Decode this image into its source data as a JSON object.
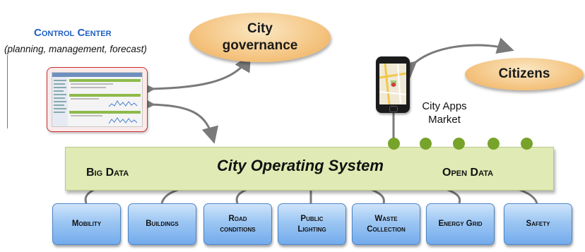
{
  "control_center": {
    "title": "Control Center",
    "subtitle": "(planning, management, forecast)"
  },
  "nodes": {
    "governance": "City governance",
    "citizens": "Citizens",
    "apps_market": "City Apps Market"
  },
  "os": {
    "title": "City Operating System",
    "big_data": "Big Data",
    "open_data": "Open Data"
  },
  "modules": [
    {
      "line1": "Mobility",
      "line2": ""
    },
    {
      "line1": "Buildings",
      "line2": ""
    },
    {
      "line1": "Road",
      "line2": "conditions"
    },
    {
      "line1": "Public",
      "line2": "Lighting"
    },
    {
      "line1": "Waste",
      "line2": "Collection"
    },
    {
      "line1": "Energy Grid",
      "line2": ""
    },
    {
      "line1": "Safety",
      "line2": ""
    }
  ],
  "colors": {
    "accent_blue": "#1f5fc4",
    "ellipse_orange": "#f4c27d",
    "os_green": "#dfeab4",
    "dot_green": "#77a32a",
    "module_blue": "#9cc6f3",
    "screen_red": "#cf2b2b"
  }
}
